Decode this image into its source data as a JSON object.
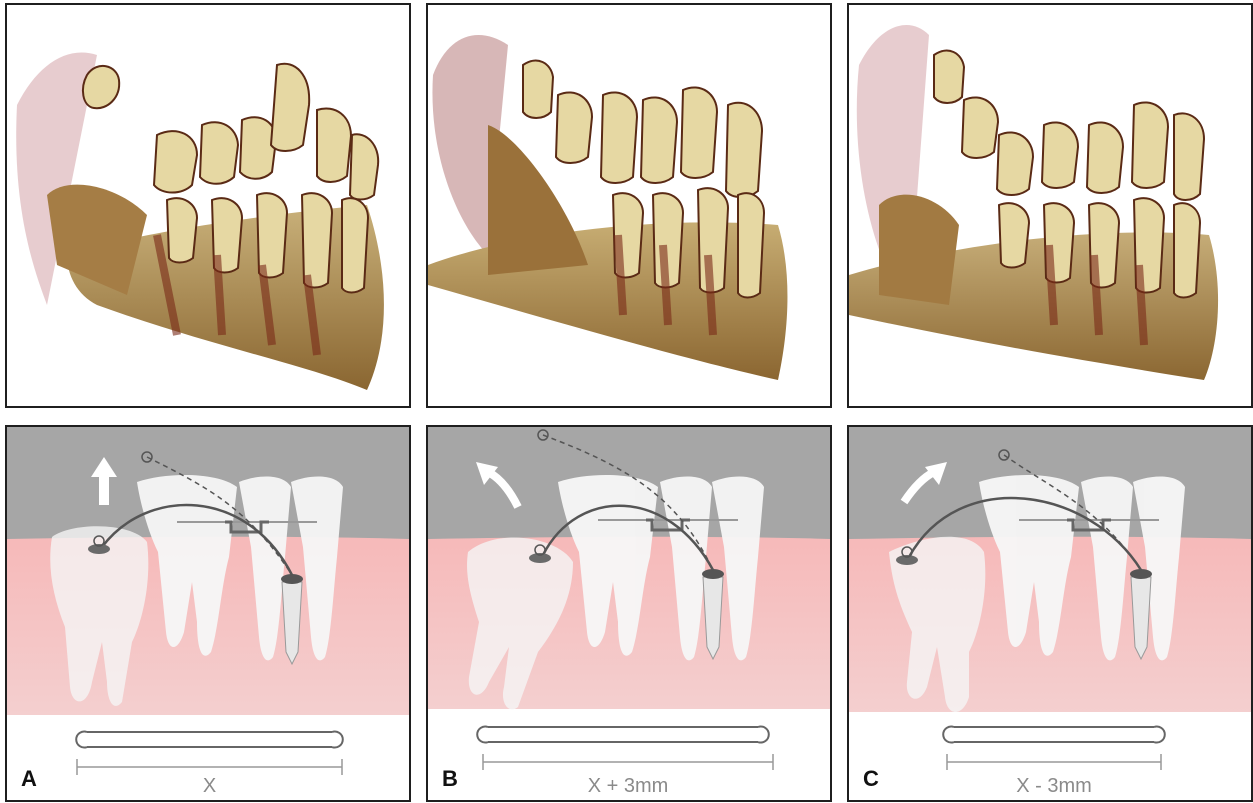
{
  "panels": [
    {
      "letter": "A",
      "measurement": "X",
      "arrow_icon": "up-arrow-icon",
      "colors": {
        "gum": "#f4b7b7",
        "background": "#a6a6a6",
        "tooth": "#f3f3f3",
        "arrow": "#ffffff"
      }
    },
    {
      "letter": "B",
      "measurement": "X + 3mm",
      "arrow_icon": "curved-arrow-left-icon",
      "colors": {
        "gum": "#f4b7b7",
        "background": "#a6a6a6",
        "tooth": "#f3f3f3",
        "arrow": "#ffffff"
      }
    },
    {
      "letter": "C",
      "measurement": "X - 3mm",
      "arrow_icon": "curved-arrow-right-icon",
      "colors": {
        "gum": "#f4b7b7",
        "background": "#a6a6a6",
        "tooth": "#f3f3f3",
        "arrow": "#ffffff"
      }
    }
  ],
  "ct_colors": {
    "bone": "#8c6a35",
    "enamel": "#e2d49e",
    "soft_tissue": "#b77b80",
    "dark": "#6a2a1a"
  }
}
